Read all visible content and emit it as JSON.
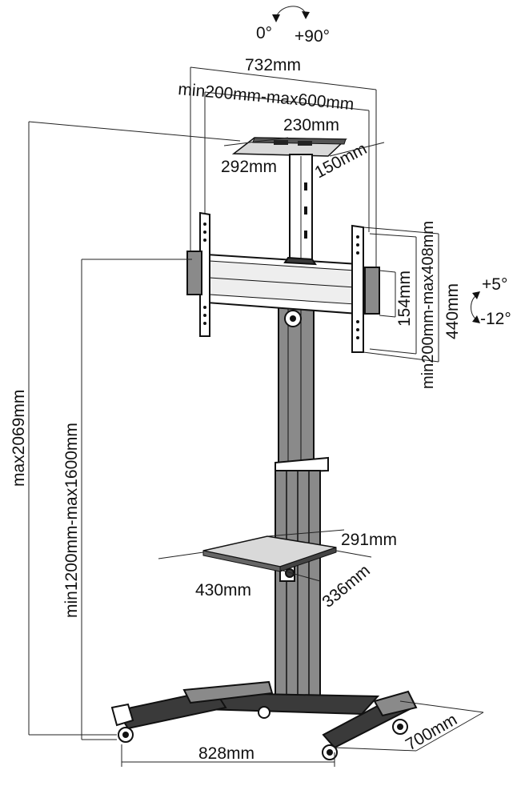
{
  "labels": {
    "tilt_0": "0°",
    "tilt_90": "+90°",
    "width_732": "732mm",
    "vesa_h": "min200mm-max600mm",
    "plate_230": "230mm",
    "plate_292": "292mm",
    "plate_150": "150mm",
    "vesa_v": "min200mm-max408mm",
    "bracket_154": "154mm",
    "bracket_440": "440mm",
    "tilt_plus5": "+5°",
    "tilt_minus12": "-12°",
    "height_max": "max2069mm",
    "height_range": "min1200mm-max1600mm",
    "shelf_291": "291mm",
    "shelf_430": "430mm",
    "shelf_336": "336mm",
    "base_828": "828mm",
    "base_700": "700mm"
  },
  "colors": {
    "line": "#111111",
    "metal_dark": "#3a3a3a",
    "metal_mid": "#8a8a8a"
  },
  "icons": [
    "rotate-arrow-icon",
    "tilt-arrow-icon"
  ]
}
